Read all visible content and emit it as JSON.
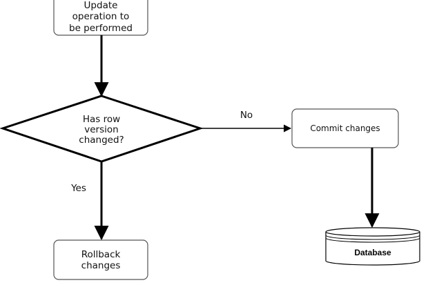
{
  "nodes": {
    "update": {
      "lines": [
        "Update",
        "operation to",
        "be performed"
      ]
    },
    "decision": {
      "lines": [
        "Has row",
        "version",
        "changed?"
      ]
    },
    "commit": {
      "label": "Commit changes"
    },
    "rollback": {
      "lines": [
        "Rollback",
        "changes"
      ]
    },
    "database": {
      "label": "Database"
    }
  },
  "edges": {
    "no_label": "No",
    "yes_label": "Yes"
  },
  "colors": {
    "stroke": "#000000",
    "box_border": "#555555",
    "text": "#111111",
    "background": "#ffffff"
  }
}
